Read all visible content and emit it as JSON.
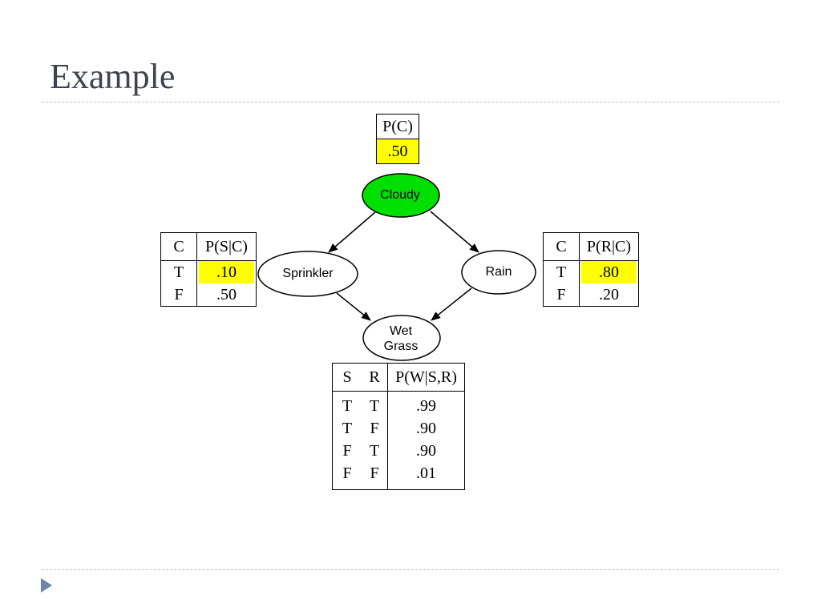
{
  "slide": {
    "title": "Example"
  },
  "nodes": {
    "cloudy": "Cloudy",
    "sprinkler": "Sprinkler",
    "rain": "Rain",
    "wet_grass_line1": "Wet",
    "wet_grass_line2": "Grass"
  },
  "colors": {
    "cloudy_fill": "#00e000",
    "highlight": "#ffff00",
    "title_text": "#3f4450"
  },
  "tables": {
    "pc": {
      "header": "P(C)",
      "value": ".50"
    },
    "psc": {
      "col_c": "C",
      "col_p": "P(S|C)",
      "rows": [
        {
          "c": "T",
          "p": ".10"
        },
        {
          "c": "F",
          "p": ".50"
        }
      ]
    },
    "prc": {
      "col_c": "C",
      "col_p": "P(R|C)",
      "rows": [
        {
          "c": "T",
          "p": ".80"
        },
        {
          "c": "F",
          "p": ".20"
        }
      ]
    },
    "pwsr": {
      "col_s": "S",
      "col_r": "R",
      "col_p": "P(W|S,R)",
      "rows": [
        {
          "s": "T",
          "r": "T",
          "p": ".99"
        },
        {
          "s": "T",
          "r": "F",
          "p": ".90"
        },
        {
          "s": "F",
          "r": "T",
          "p": ".90"
        },
        {
          "s": "F",
          "r": "F",
          "p": ".01"
        }
      ]
    }
  }
}
